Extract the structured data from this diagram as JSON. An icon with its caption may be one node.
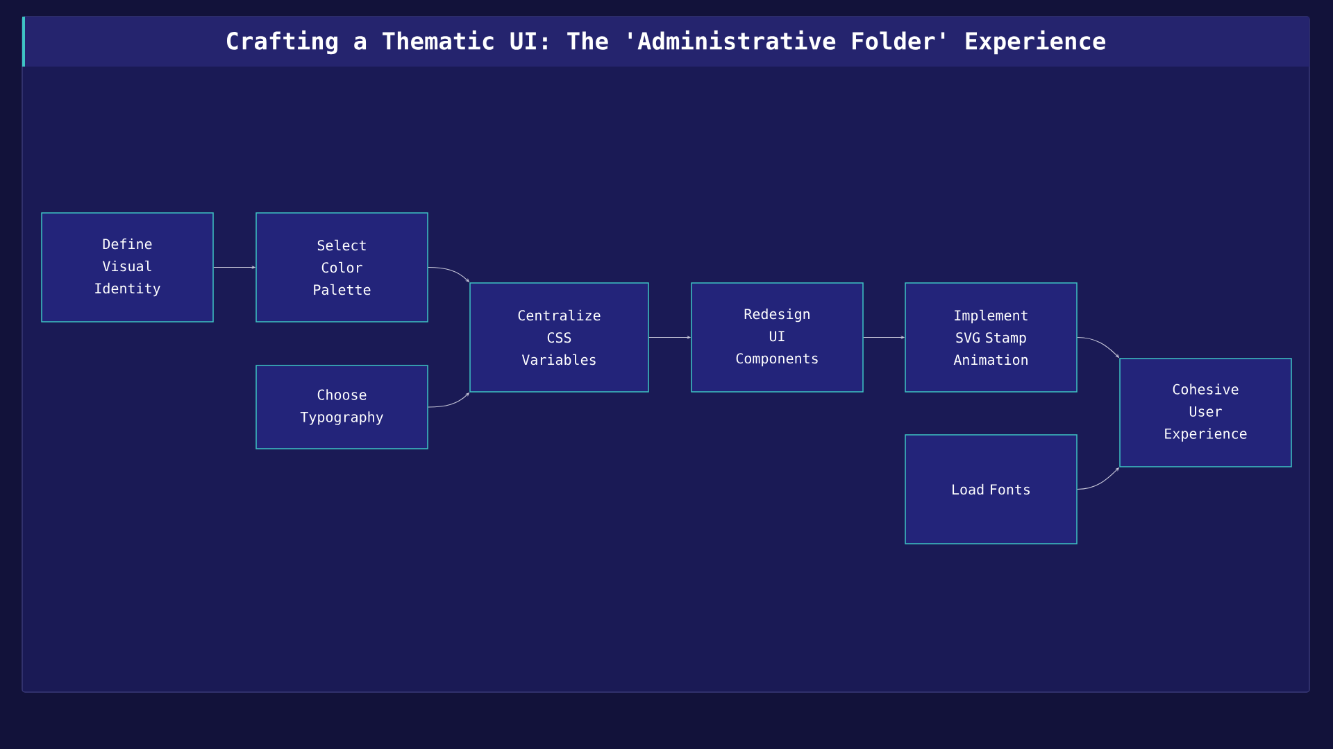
{
  "diagram": {
    "title": "Crafting a Thematic UI: The 'Administrative Folder' Experience",
    "nodes": [
      {
        "text": [
          "Define Visual Identity"
        ]
      },
      {
        "text": [
          "Select Color Palette"
        ]
      },
      {
        "text": [
          "Choose Typography"
        ]
      },
      {
        "text": [
          "Centralize CSS Variables"
        ]
      },
      {
        "text": [
          "Redesign UI Components"
        ]
      },
      {
        "text": [
          "Implement SVG Stamp Animation"
        ]
      },
      {
        "text": [
          "Load Fonts"
        ]
      },
      {
        "text": [
          "Cohesive User Experience"
        ]
      }
    ],
    "edges": [
      {
        "from": 0,
        "to": 1,
        "arrow": "to"
      },
      {
        "from": 1,
        "to": 3,
        "arrow": "to"
      },
      {
        "from": 2,
        "to": 3,
        "arrow": "to"
      },
      {
        "from": 3,
        "to": 4,
        "arrow": "to"
      },
      {
        "from": 4,
        "to": 5,
        "arrow": "to"
      },
      {
        "from": 5,
        "to": 7,
        "arrow": "to"
      },
      {
        "from": 6,
        "to": 7,
        "arrow": "to"
      }
    ]
  }
}
